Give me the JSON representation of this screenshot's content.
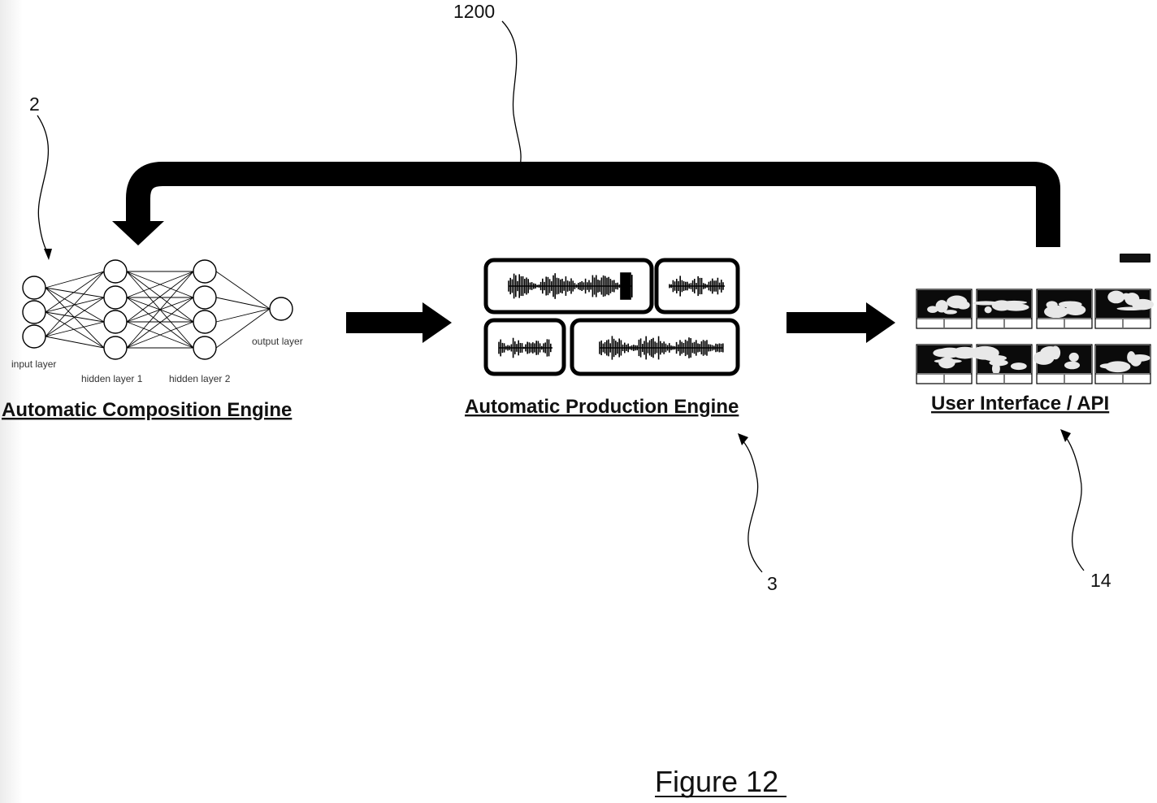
{
  "references": {
    "feedback": "1200",
    "composition": "2",
    "production": "3",
    "interface": "14"
  },
  "network": {
    "input_label": "input layer",
    "hidden1_label": "hidden layer 1",
    "hidden2_label": "hidden layer 2",
    "output_label": "output layer"
  },
  "captions": {
    "composition": "Automatic Composition Engine",
    "production": "Automatic Production Engine",
    "interface": "User Interface / API"
  },
  "figure_title": "Figure 12"
}
